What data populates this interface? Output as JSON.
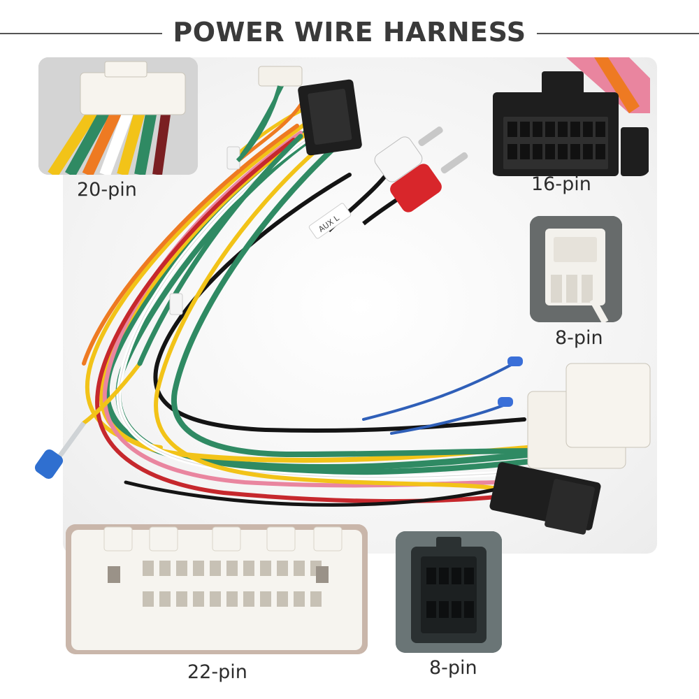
{
  "title": "POWER WIRE HARNESS",
  "labels": {
    "pin20": "20-pin",
    "pin16": "16-pin",
    "pin8_top": "8-pin",
    "pin22": "22-pin",
    "pin8_bottom": "8-pin"
  },
  "aux_tag": "AUX L",
  "colors": {
    "title": "#3a3a3a",
    "connector_black": "#1e1e1e",
    "connector_white": "#f4f1ea",
    "connector_gray": "#6a7576",
    "rca_red": "#d8262b",
    "wire_green": "#2f8a63",
    "wire_yellow": "#f2c318",
    "wire_orange": "#ee7a22",
    "wire_red": "#c6282d",
    "wire_pink": "#e9859f",
    "wire_blue": "#2f5fb8",
    "wire_black": "#141414"
  }
}
